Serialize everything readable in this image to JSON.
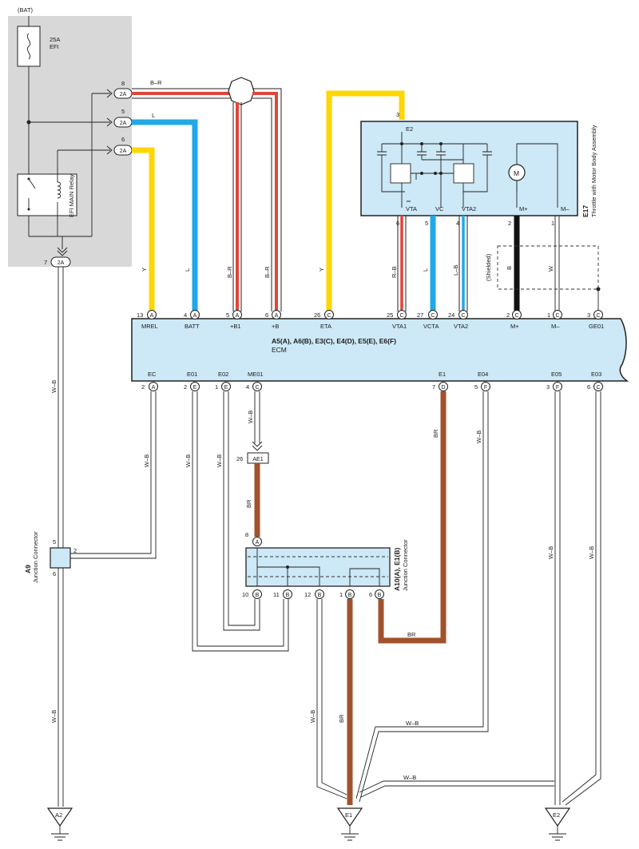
{
  "battery": {
    "label": "(BAT)"
  },
  "fuse": {
    "rating": "25A",
    "name": "EFI"
  },
  "relay": {
    "name": "EFI MAIN Relay"
  },
  "relay_conn": {
    "code": "2A",
    "p8": "8",
    "p5": "5",
    "p6": "6",
    "p7": "7"
  },
  "wires": {
    "br": "B–R",
    "l": "L",
    "y": "Y",
    "wb": "W–B",
    "brn": "BR",
    "rb": "R–B",
    "lb": "L–B",
    "b": "B",
    "w": "W"
  },
  "shielded": "(Shielded)",
  "throttle": {
    "code": "E17",
    "name": "Throttle with Motor Body Assembly",
    "e2": "E2",
    "pin3": "3",
    "vta": "VTA",
    "vc": "VC",
    "vta2": "VTA2",
    "mp": "M+",
    "mm": "M–",
    "pin6": "6",
    "pin5": "5",
    "pin4": "4",
    "pin2": "2",
    "pin1": "1",
    "motor": "M"
  },
  "ecm": {
    "codes": "A5(A), A6(B), E3(C), E4(D), E5(E), E6(F)",
    "name": "ECM",
    "top": [
      {
        "num": "13",
        "conn": "A",
        "label": "MREL"
      },
      {
        "num": "4",
        "conn": "A",
        "label": "BATT"
      },
      {
        "num": "5",
        "conn": "A",
        "label": "+B1"
      },
      {
        "num": "6",
        "conn": "A",
        "label": "+B"
      },
      {
        "num": "26",
        "conn": "C",
        "label": "ETA"
      },
      {
        "num": "25",
        "conn": "C",
        "label": "VTA1"
      },
      {
        "num": "27",
        "conn": "C",
        "label": "VCTA"
      },
      {
        "num": "24",
        "conn": "C",
        "label": "VTA2"
      },
      {
        "num": "2",
        "conn": "C",
        "label": "M+"
      },
      {
        "num": "1",
        "conn": "C",
        "label": "M–"
      },
      {
        "num": "3",
        "conn": "C",
        "label": "GE01"
      }
    ],
    "bottom": [
      {
        "num": "2",
        "conn": "A",
        "label": "EC"
      },
      {
        "num": "2",
        "conn": "E",
        "label": "E01"
      },
      {
        "num": "1",
        "conn": "E",
        "label": "E02"
      },
      {
        "num": "4",
        "conn": "C",
        "label": "ME01"
      },
      {
        "num": "7",
        "conn": "D",
        "label": "E1"
      },
      {
        "num": "5",
        "conn": "F",
        "label": "E04"
      },
      {
        "num": "3",
        "conn": "F",
        "label": "E05"
      },
      {
        "num": "6",
        "conn": "C",
        "label": "E03"
      }
    ]
  },
  "ae1": {
    "pin": "26",
    "code": "AE1"
  },
  "a9": {
    "code": "A9",
    "name": "Junction Connector",
    "p5": "5",
    "p2": "2",
    "p6": "6"
  },
  "a10": {
    "codes": "A10(A), E1(B)",
    "name": "Junction Connector",
    "top_pin": {
      "num": "8",
      "conn": "A"
    },
    "pins": [
      {
        "num": "10",
        "conn": "B"
      },
      {
        "num": "11",
        "conn": "B"
      },
      {
        "num": "12",
        "conn": "B"
      },
      {
        "num": "1",
        "conn": "B"
      },
      {
        "num": "6",
        "conn": "B"
      }
    ]
  },
  "grounds": {
    "a2": "A2",
    "e1": "E1",
    "e2": "E2"
  },
  "colors": {
    "panel": "#d8d8d8",
    "component": "#cde8f6",
    "yellow": "#ffd600",
    "blue": "#21a8e6",
    "red": "#e0453a",
    "brown": "#a0522d",
    "black": "#111111"
  }
}
